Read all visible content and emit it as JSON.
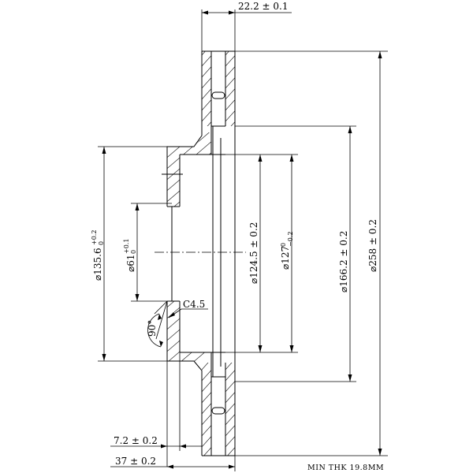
{
  "dimensions": {
    "overall_thickness": "22.2 ± 0.1",
    "outer_diameter": "⌀258 ± 0.2",
    "friction_inner_diameter": "⌀166.2 ± 0.2",
    "hat_inner_diameter_prefix": "⌀127",
    "hat_inner_diameter_sup": "0",
    "hat_inner_diameter_sub": "−0.2",
    "bolt_circle": "⌀124.5 ± 0.2",
    "hat_outer_diameter_prefix": "⌀135.6",
    "hat_outer_diameter_sup": "+0.2",
    "hat_outer_diameter_sub": "0",
    "center_bore_prefix": "⌀61",
    "center_bore_sup": "+0.1",
    "center_bore_sub": "0",
    "chamfer": "C4.5",
    "chamfer_angle": "90°",
    "hat_wall_thickness": "7.2 ± 0.2",
    "overall_height": "37 ± 0.2"
  },
  "notes": {
    "min_thickness": "MIN THK 19.8MM"
  }
}
